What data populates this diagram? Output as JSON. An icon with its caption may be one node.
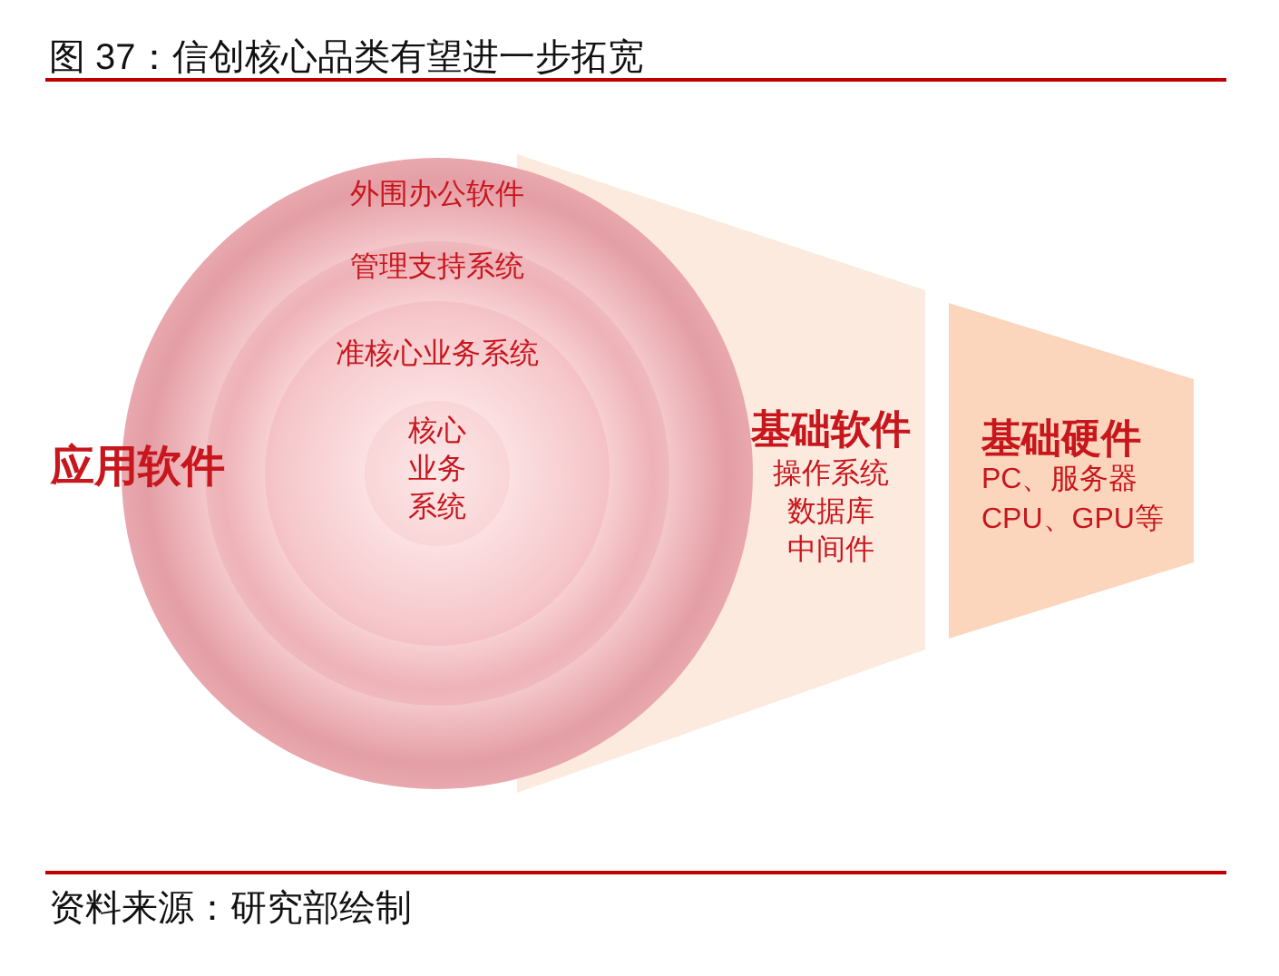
{
  "diagram": {
    "title": "图 37：信创核心品类有望进一步拓宽",
    "nodes": [
      {
        "text": [
          "应用软件",
          "外围办公软件"
        ]
      },
      {
        "text": [
          "管理支持系统"
        ],
        "in": 0
      },
      {
        "text": [
          "准核心业务系统"
        ],
        "in": 1
      },
      {
        "text": [
          "核心业务系统"
        ],
        "in": 2
      },
      {
        "text": [
          "基础软件",
          "操作系统",
          "数据库",
          "中间件"
        ]
      },
      {
        "text": [
          "基础硬件",
          "PC、服务器",
          "CPU、GPU等"
        ]
      }
    ],
    "caption": "资料来源：研究部绘制"
  }
}
